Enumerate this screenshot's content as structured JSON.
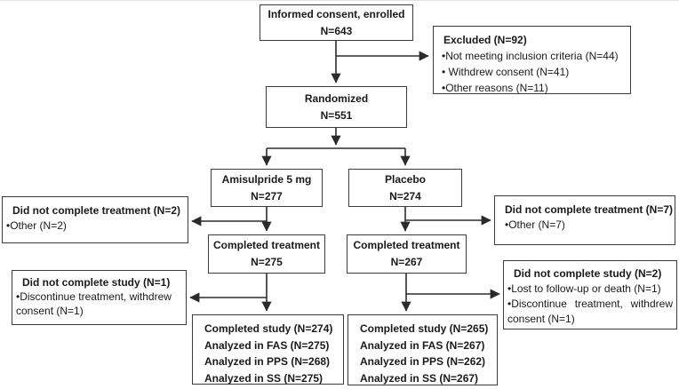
{
  "figure": {
    "kind": "clinical-trial-consort-flow-diagram",
    "colors": {
      "box_border": "#3b3b3b",
      "text": "#1a1a1a",
      "background": "#ffffff",
      "arrow": "#2b2b2b"
    },
    "boxes": {
      "enrolled": {
        "line1": "Informed consent, enrolled",
        "line2": "N=643"
      },
      "excluded": {
        "title": "Excluded (N=92)",
        "items": [
          "•Not meeting inclusion criteria (N=44)",
          "• Withdrew consent (N=41)",
          "•Other reasons (N=11)"
        ]
      },
      "randomized": {
        "line1": "Randomized",
        "line2": "N=551"
      },
      "arm_amisulpride": {
        "line1": "Amisulpride 5 mg",
        "line2": "N=277"
      },
      "arm_placebo": {
        "line1": "Placebo",
        "line2": "N=274"
      },
      "not_completed_treatment_left": {
        "title": "Did not complete treatment (N=2)",
        "items": [
          "•Other (N=2)"
        ]
      },
      "not_completed_treatment_right": {
        "title": "Did not complete treatment (N=7)",
        "items": [
          "•Other (N=7)"
        ]
      },
      "completed_treatment_left": {
        "line1": "Completed treatment",
        "line2": "N=275"
      },
      "completed_treatment_right": {
        "line1": "Completed treatment",
        "line2": "N=267"
      },
      "not_completed_study_left": {
        "title": "Did not complete study (N=1)",
        "items": [
          "•Discontinue treatment, withdrew consent (N=1)"
        ]
      },
      "not_completed_study_right": {
        "title": "Did not complete study (N=2)",
        "items": [
          "•Lost to follow-up or death (N=1)",
          "•Discontinue treatment, withdrew consent (N=1)"
        ]
      },
      "analysis_left": {
        "lines": [
          "Completed study (N=274)",
          "Analyzed in FAS (N=275)",
          "Analyzed in PPS (N=268)",
          "Analyzed in SS (N=275)"
        ]
      },
      "analysis_right": {
        "lines": [
          "Completed study (N=265)",
          "Analyzed in FAS (N=267)",
          "Analyzed in PPS (N=262)",
          "Analyzed in SS (N=267)"
        ]
      }
    }
  }
}
